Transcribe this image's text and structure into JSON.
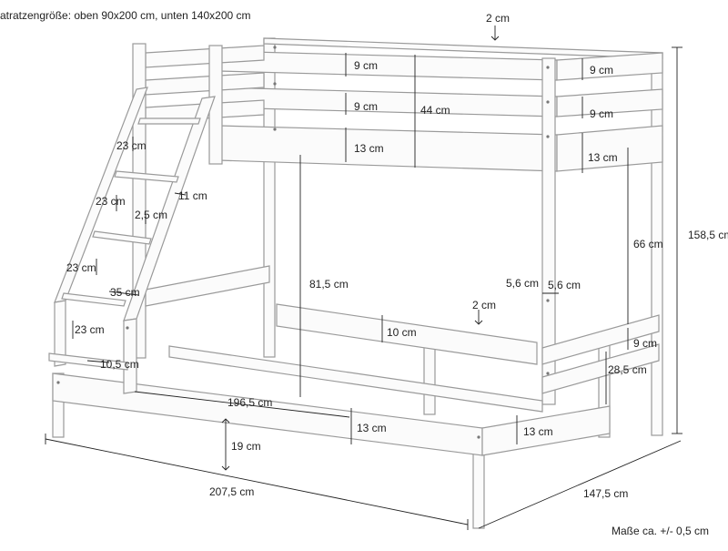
{
  "header": {
    "mattress_note": "atratzengröße: oben 90x200 cm, unten 140x200 cm",
    "tolerance_note": "Maße ca. +/- 0,5 cm"
  },
  "dimensions": {
    "top_gap": "2 cm",
    "rail_upper_left": "9 cm",
    "rail_upper_right": "9 cm",
    "rail_mid_left": "9 cm",
    "rail_mid_right": "9 cm",
    "rail_low_left": "13 cm",
    "rail_low_right": "13 cm",
    "guard_height": "44 cm",
    "total_height": "158,5 cm",
    "gap_66": "66 cm",
    "clearance": "81,5 cm",
    "post_a": "5,6 cm",
    "post_b": "5,6 cm",
    "bottom_gap": "2 cm",
    "slat_rail": "10 cm",
    "lower_rail_right": "9 cm",
    "lower_guard": "28,5 cm",
    "frame_side": "13 cm",
    "frame_front": "13 cm",
    "inner_length": "196,5 cm",
    "floor_gap": "19 cm",
    "total_length": "207,5 cm",
    "total_width": "147,5 cm",
    "ladder_step_1": "23 cm",
    "ladder_step_2": "23 cm",
    "ladder_step_3": "23 cm",
    "ladder_step_4": "23 cm",
    "rung_width": "11 cm",
    "rung_thickness": "2,5 cm",
    "ladder_platform": "35 cm",
    "ladder_base": "10,5 cm"
  },
  "colors": {
    "wood_outline": "#9a9a9a",
    "dimension_line": "#222222",
    "background": "#ffffff"
  }
}
